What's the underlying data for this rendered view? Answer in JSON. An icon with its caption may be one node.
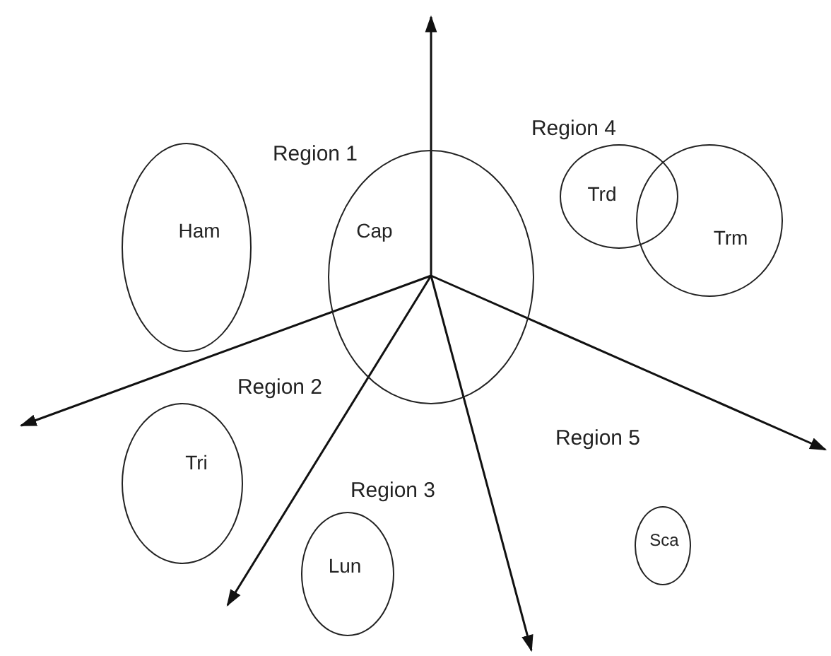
{
  "diagram": {
    "nodes": [
      {
        "text": [
          "Ham"
        ]
      },
      {
        "text": [
          "Cap"
        ]
      },
      {
        "text": [
          "Trd"
        ]
      },
      {
        "text": [
          "Trm"
        ]
      },
      {
        "text": [
          "Tri"
        ]
      },
      {
        "text": [
          "Lun"
        ]
      },
      {
        "text": [
          "Sca"
        ]
      }
    ],
    "labels": [
      "Region 4",
      "Region 1",
      "Region 2",
      "Region 5",
      "Region 3"
    ]
  }
}
